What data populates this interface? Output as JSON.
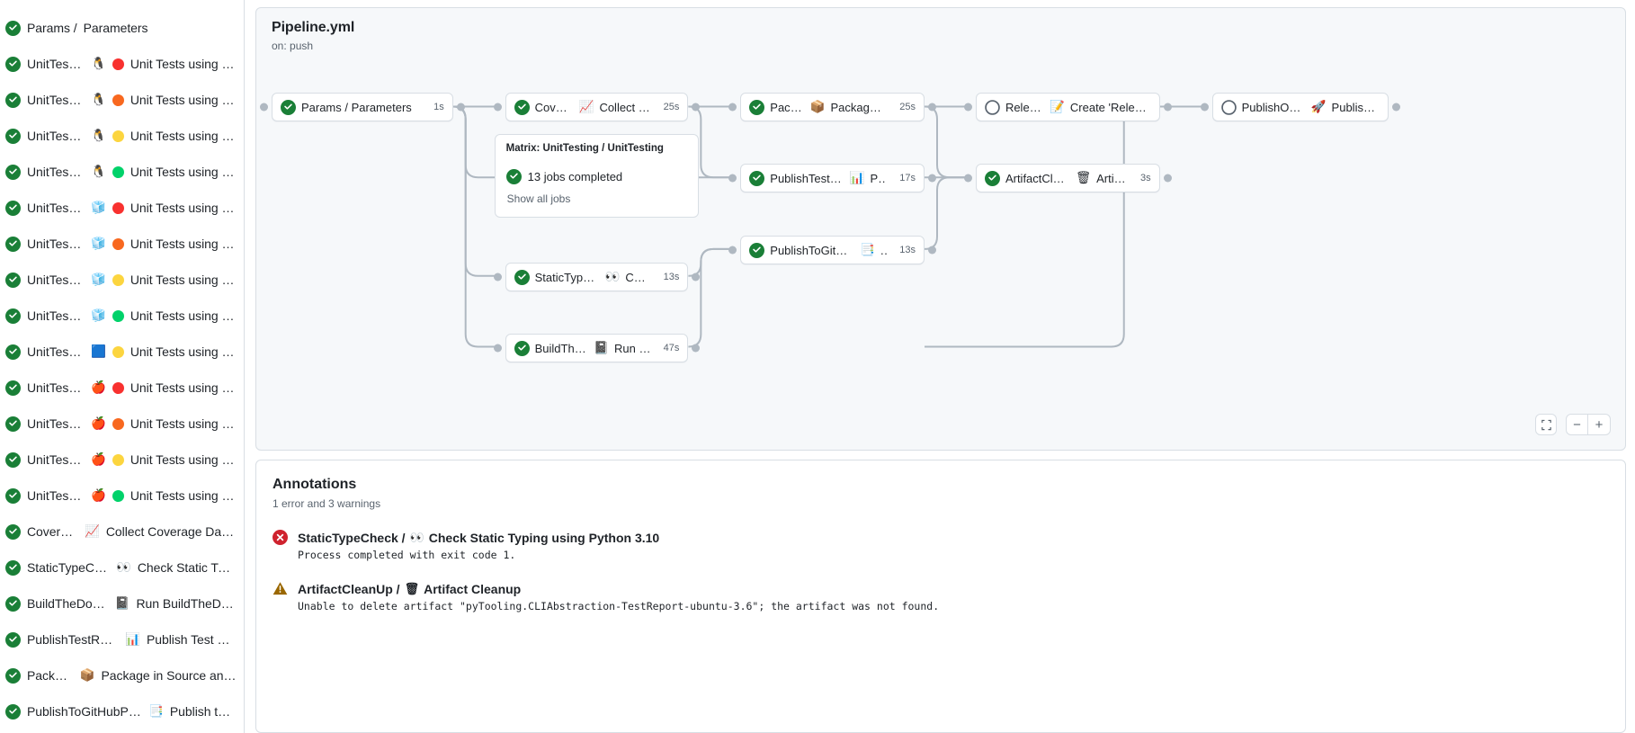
{
  "colors": {
    "success": "#1a7f37",
    "error": "#cf222e",
    "warning": "#9a6700",
    "pending": "#59636e",
    "border": "#d8dee4",
    "muted": "#59636e",
    "canvas": "#f6f8fa"
  },
  "sidebar": {
    "jobs": [
      {
        "status": "success",
        "prefix": "Params /",
        "os": "",
        "dot": "",
        "label": "Parameters"
      },
      {
        "status": "success",
        "prefix": "UnitTesting /",
        "os": "🐧",
        "dot": "#f8312f",
        "label": "Unit Tests using Pyth..."
      },
      {
        "status": "success",
        "prefix": "UnitTesting /",
        "os": "🐧",
        "dot": "#f8681f",
        "label": "Unit Tests using Pyth..."
      },
      {
        "status": "success",
        "prefix": "UnitTesting /",
        "os": "🐧",
        "dot": "#fcd53f",
        "label": "Unit Tests using Pyth..."
      },
      {
        "status": "success",
        "prefix": "UnitTesting /",
        "os": "🐧",
        "dot": "#00d26a",
        "label": "Unit Tests using Pyth..."
      },
      {
        "status": "success",
        "prefix": "UnitTesting /",
        "os": "🧊",
        "dot": "#f8312f",
        "label": "Unit Tests using Pyth..."
      },
      {
        "status": "success",
        "prefix": "UnitTesting /",
        "os": "🧊",
        "dot": "#f8681f",
        "label": "Unit Tests using Pyth..."
      },
      {
        "status": "success",
        "prefix": "UnitTesting /",
        "os": "🧊",
        "dot": "#fcd53f",
        "label": "Unit Tests using Pyth..."
      },
      {
        "status": "success",
        "prefix": "UnitTesting /",
        "os": "🧊",
        "dot": "#00d26a",
        "label": "Unit Tests using Pyth..."
      },
      {
        "status": "success",
        "prefix": "UnitTesting /",
        "os": "🟦",
        "dot": "#fcd53f",
        "label": "Unit Tests using Pyth..."
      },
      {
        "status": "success",
        "prefix": "UnitTesting /",
        "os": "🍎",
        "dot": "#f8312f",
        "label": "Unit Tests using Pyth..."
      },
      {
        "status": "success",
        "prefix": "UnitTesting /",
        "os": "🍎",
        "dot": "#f8681f",
        "label": "Unit Tests using Pyth..."
      },
      {
        "status": "success",
        "prefix": "UnitTesting /",
        "os": "🍎",
        "dot": "#fcd53f",
        "label": "Unit Tests using Pyth..."
      },
      {
        "status": "success",
        "prefix": "UnitTesting /",
        "os": "🍎",
        "dot": "#00d26a",
        "label": "Unit Tests using Pyth..."
      },
      {
        "status": "success",
        "prefix": "Coverage /",
        "os": "📈",
        "dot": "",
        "label": "Collect Coverage Data usi..."
      },
      {
        "status": "success",
        "prefix": "StaticTypeCheck /",
        "os": "👀",
        "dot": "",
        "label": "Check Static Typing..."
      },
      {
        "status": "success",
        "prefix": "BuildTheDocs /",
        "os": "📓",
        "dot": "",
        "label": "Run BuildTheDocs"
      },
      {
        "status": "success",
        "prefix": "PublishTestResults /",
        "os": "📊",
        "dot": "",
        "label": "Publish Test Resu..."
      },
      {
        "status": "success",
        "prefix": "Package /",
        "os": "📦",
        "dot": "",
        "label": "Package in Source and Wh..."
      },
      {
        "status": "success",
        "prefix": "PublishToGitHubPages /",
        "os": "📑",
        "dot": "",
        "label": "Publish to G..."
      }
    ]
  },
  "graph": {
    "title": "Pipeline.yml",
    "subtitle": "on: push",
    "nodes": [
      {
        "id": "params",
        "status": "success",
        "text": "Params / Parameters",
        "emoji": "",
        "duration": "1s"
      },
      {
        "id": "coverage",
        "status": "success",
        "text": "Coverage /",
        "emoji": "📈",
        "text2": "Collect Cove...",
        "duration": "25s"
      },
      {
        "id": "typecheck",
        "status": "success",
        "text": "StaticTypeCheck /",
        "emoji": "👀",
        "text2": "Chec...",
        "duration": "13s"
      },
      {
        "id": "docs",
        "status": "success",
        "text": "BuildTheDocs /",
        "emoji": "📓",
        "text2": "Run Buil...",
        "duration": "47s"
      },
      {
        "id": "package",
        "status": "success",
        "text": "Package /",
        "emoji": "📦",
        "text2": "Package in So...",
        "duration": "25s"
      },
      {
        "id": "testres",
        "status": "success",
        "text": "PublishTestResults /",
        "emoji": "📊",
        "text2": "Pu...",
        "duration": "17s"
      },
      {
        "id": "ghpages",
        "status": "success",
        "text": "PublishToGitHubPages /",
        "emoji": "📑",
        "text2": "...",
        "duration": "13s"
      },
      {
        "id": "release",
        "status": "pending",
        "text": "Release /",
        "emoji": "📝",
        "text2": "Create 'Release P...",
        "duration": ""
      },
      {
        "id": "cleanup",
        "status": "success",
        "text": "ArtifactCleanUp /",
        "emoji": "🗑",
        "text2": "Artifac...",
        "duration": "3s"
      },
      {
        "id": "pypi",
        "status": "pending",
        "text": "PublishOnPyPI /",
        "emoji": "🚀",
        "text2": "Publish to ...",
        "duration": ""
      }
    ],
    "matrix": {
      "title": "Matrix: UnitTesting / UnitTesting",
      "status": "success",
      "summary": "13 jobs completed",
      "link": "Show all jobs"
    },
    "controls": {
      "fit": "fit-screen",
      "zoom_out": "−",
      "zoom_in": "+"
    }
  },
  "annotations": {
    "title": "Annotations",
    "summary": "1 error and 3 warnings",
    "items": [
      {
        "level": "error",
        "job": "StaticTypeCheck /",
        "emoji": "👀",
        "step": "Check Static Typing using Python 3.10",
        "message": "Process completed with exit code 1."
      },
      {
        "level": "warning",
        "job": "ArtifactCleanUp /",
        "emoji": "🗑",
        "step": "Artifact Cleanup",
        "message": "Unable to delete artifact \"pyTooling.CLIAbstraction-TestReport-ubuntu-3.6\"; the artifact was not found."
      }
    ]
  }
}
